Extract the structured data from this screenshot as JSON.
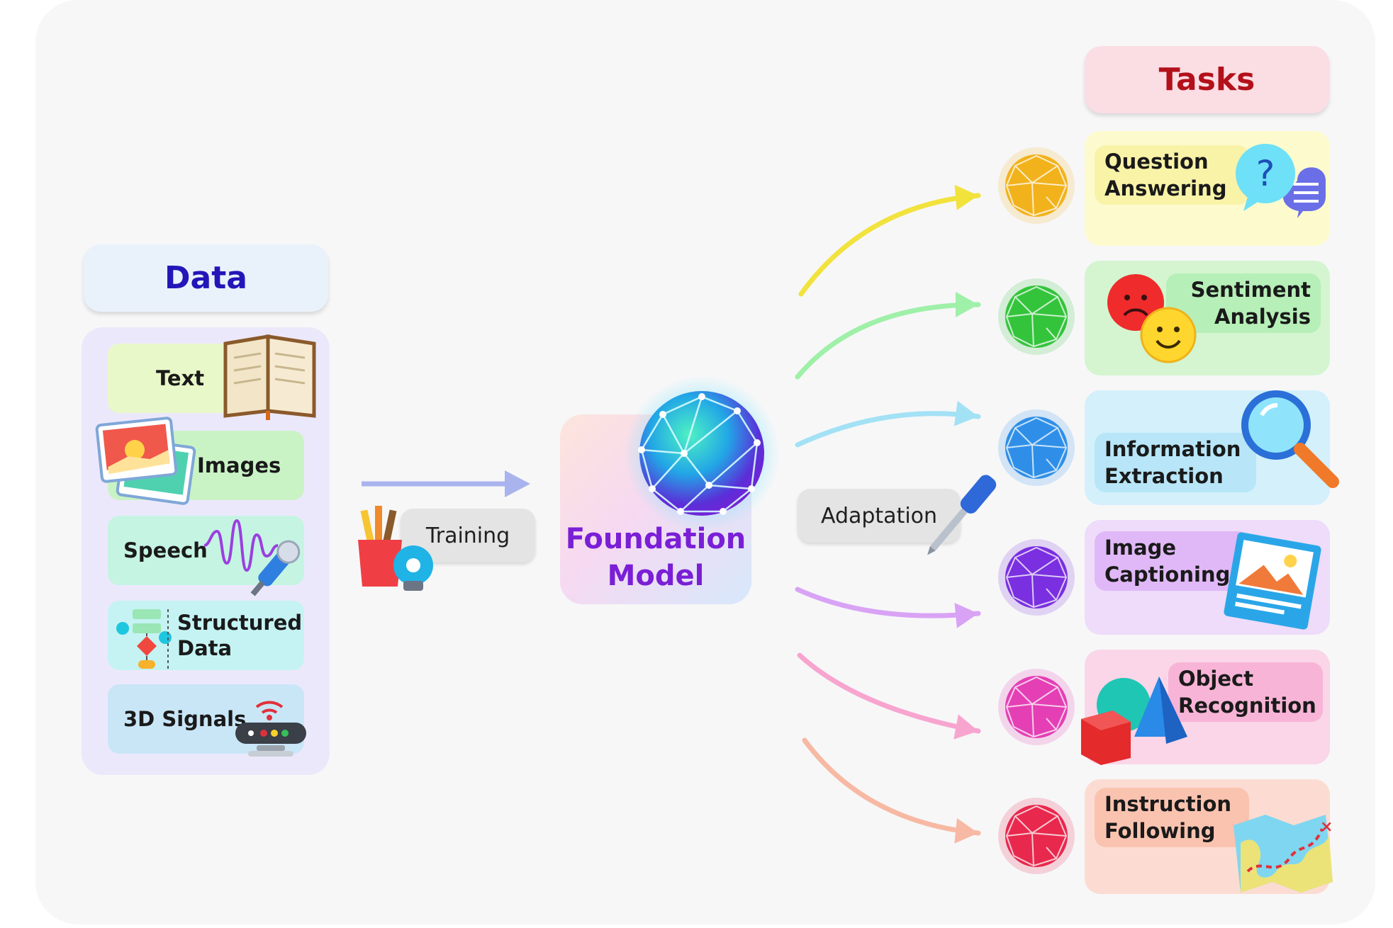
{
  "data_section": {
    "title": "Data",
    "items": [
      {
        "label": "Text",
        "icon": "book-icon",
        "color": "#e9f8c9"
      },
      {
        "label": "Images",
        "icon": "photos-icon",
        "color": "#caf3c5"
      },
      {
        "label": "Speech",
        "icon": "microphone-icon",
        "color": "#c5f4e3"
      },
      {
        "label": "Structured\nData",
        "icon": "flowchart-icon",
        "color": "#c5f3f3"
      },
      {
        "label": "3D Signals",
        "icon": "router-icon",
        "color": "#c9e6f7"
      }
    ]
  },
  "training_label": "Training",
  "foundation_model": {
    "label": "Foundation\nModel",
    "color": "#7a1fd6"
  },
  "adaptation_label": "Adaptation",
  "tasks_section": {
    "title": "Tasks",
    "items": [
      {
        "label": "Question\nAnswering",
        "icon": "speech-bubbles-icon",
        "color": "#fdfbcd",
        "label_bg": "#f9f3a8",
        "arrow": "#f2e23c",
        "globe": "#f2b21c"
      },
      {
        "label": "Sentiment\nAnalysis",
        "icon": "emoji-faces-icon",
        "color": "#d4f5d0",
        "label_bg": "#b6efb8",
        "arrow": "#9ff0a8",
        "globe": "#34c43c"
      },
      {
        "label": "Information\nExtraction",
        "icon": "magnifier-icon",
        "color": "#d3f0fb",
        "label_bg": "#b8e6f8",
        "arrow": "#a3e1f5",
        "globe": "#2f8fe8"
      },
      {
        "label": "Image\nCaptioning",
        "icon": "picture-frame-icon",
        "color": "#eedcfa",
        "label_bg": "#e0b8f7",
        "arrow": "#d9a3f5",
        "globe": "#7a2fe0"
      },
      {
        "label": "Object\nRecognition",
        "icon": "3d-shapes-icon",
        "color": "#fad6e8",
        "label_bg": "#f8b4d6",
        "arrow": "#f7a5cf",
        "globe": "#e43fb4"
      },
      {
        "label": "Instruction\nFollowing",
        "icon": "treasure-map-icon",
        "color": "#fcdcd2",
        "label_bg": "#fac3b0",
        "arrow": "#f7b9a3",
        "globe": "#e8284d"
      }
    ]
  }
}
